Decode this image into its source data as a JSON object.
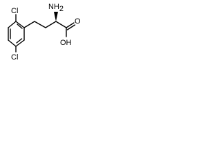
{
  "molecule": {
    "labels": {
      "cl_top": "Cl",
      "cl_bottom": "Cl",
      "nh2_n": "NH",
      "nh2_sub": "2",
      "oh": "OH",
      "carbonyl_o": "O"
    }
  }
}
